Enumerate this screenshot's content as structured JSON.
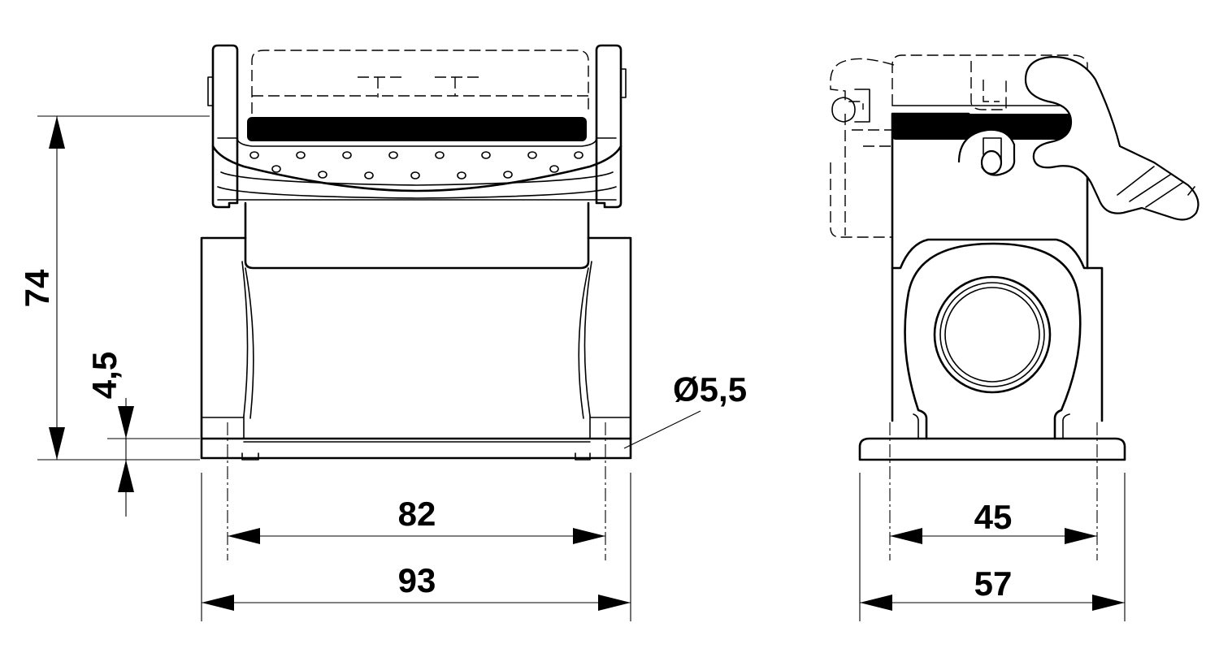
{
  "dimensions": {
    "height_total": "74",
    "base_thickness": "4,5",
    "hole_diameter": "Ø5,5",
    "front_hole_spacing": "82",
    "front_overall_width": "93",
    "side_hole_spacing": "45",
    "side_overall_width": "57"
  }
}
